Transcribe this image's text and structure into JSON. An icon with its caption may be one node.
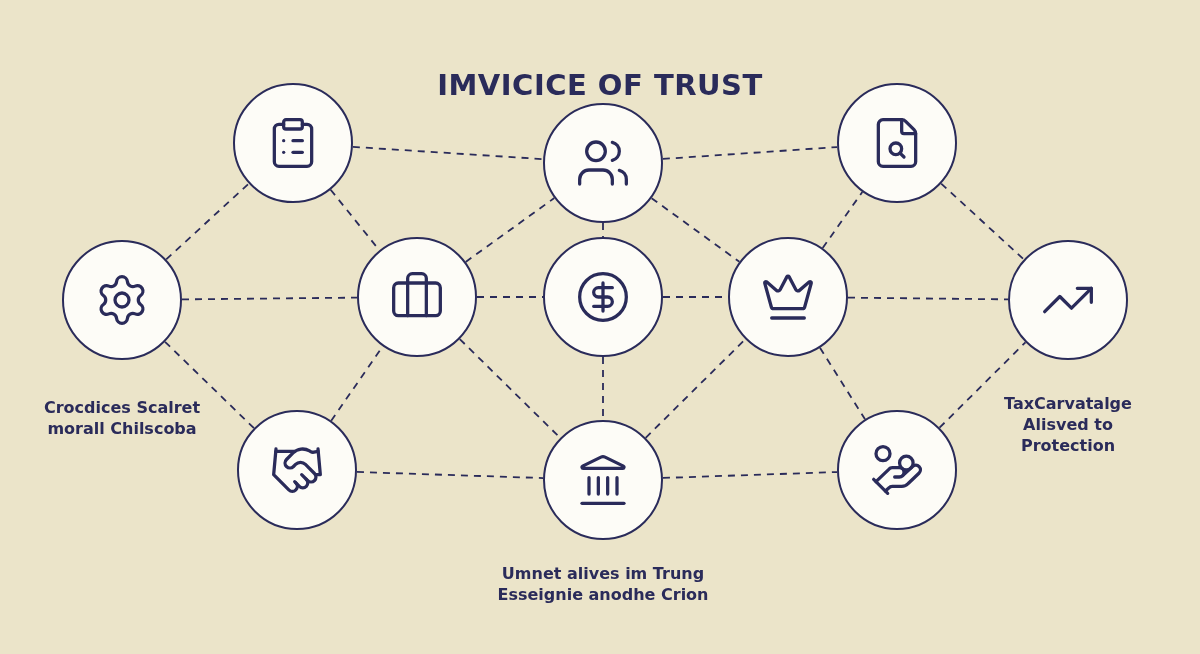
{
  "diagram": {
    "title": "IMVICICE OF TRUST",
    "nodes": [
      {
        "text": [],
        "shape": "circle"
      },
      {
        "text": [],
        "shape": "circle"
      },
      {
        "text": [],
        "shape": "circle"
      },
      {
        "text": [],
        "shape": "circle",
        "beside": [
          "Crocdices Scalret morall Chilscoba"
        ]
      },
      {
        "text": [],
        "shape": "circle"
      },
      {
        "text": [],
        "shape": "circle"
      },
      {
        "text": [],
        "shape": "circle"
      },
      {
        "text": [],
        "shape": "circle",
        "beside": [
          "TaxCarvatalge Alisved to Protection"
        ]
      },
      {
        "text": [],
        "shape": "circle"
      },
      {
        "text": [],
        "shape": "circle",
        "beside": [
          "Umnet alives im Trung Esseignie anodhe Crion"
        ]
      },
      {
        "text": [],
        "shape": "circle"
      }
    ],
    "edges": [
      {
        "from": 0,
        "to": 1,
        "arrow": "none"
      },
      {
        "from": 1,
        "to": 2,
        "arrow": "none"
      },
      {
        "from": 3,
        "to": 0,
        "arrow": "none"
      },
      {
        "from": 0,
        "to": 4,
        "arrow": "none"
      },
      {
        "from": 4,
        "to": 1,
        "arrow": "none"
      },
      {
        "from": 1,
        "to": 6,
        "arrow": "none"
      },
      {
        "from": 6,
        "to": 2,
        "arrow": "none"
      },
      {
        "from": 2,
        "to": 7,
        "arrow": "none"
      },
      {
        "from": 3,
        "to": 4,
        "arrow": "none"
      },
      {
        "from": 4,
        "to": 5,
        "arrow": "none"
      },
      {
        "from": 5,
        "to": 6,
        "arrow": "none"
      },
      {
        "from": 6,
        "to": 7,
        "arrow": "none"
      },
      {
        "from": 1,
        "to": 5,
        "arrow": "none"
      },
      {
        "from": 5,
        "to": 9,
        "arrow": "none"
      },
      {
        "from": 3,
        "to": 8,
        "arrow": "none"
      },
      {
        "from": 8,
        "to": 4,
        "arrow": "none"
      },
      {
        "from": 4,
        "to": 9,
        "arrow": "none"
      },
      {
        "from": 9,
        "to": 6,
        "arrow": "none"
      },
      {
        "from": 6,
        "to": 10,
        "arrow": "none"
      },
      {
        "from": 10,
        "to": 7,
        "arrow": "none"
      },
      {
        "from": 8,
        "to": 9,
        "arrow": "none"
      },
      {
        "from": 9,
        "to": 10,
        "arrow": "none"
      }
    ]
  }
}
